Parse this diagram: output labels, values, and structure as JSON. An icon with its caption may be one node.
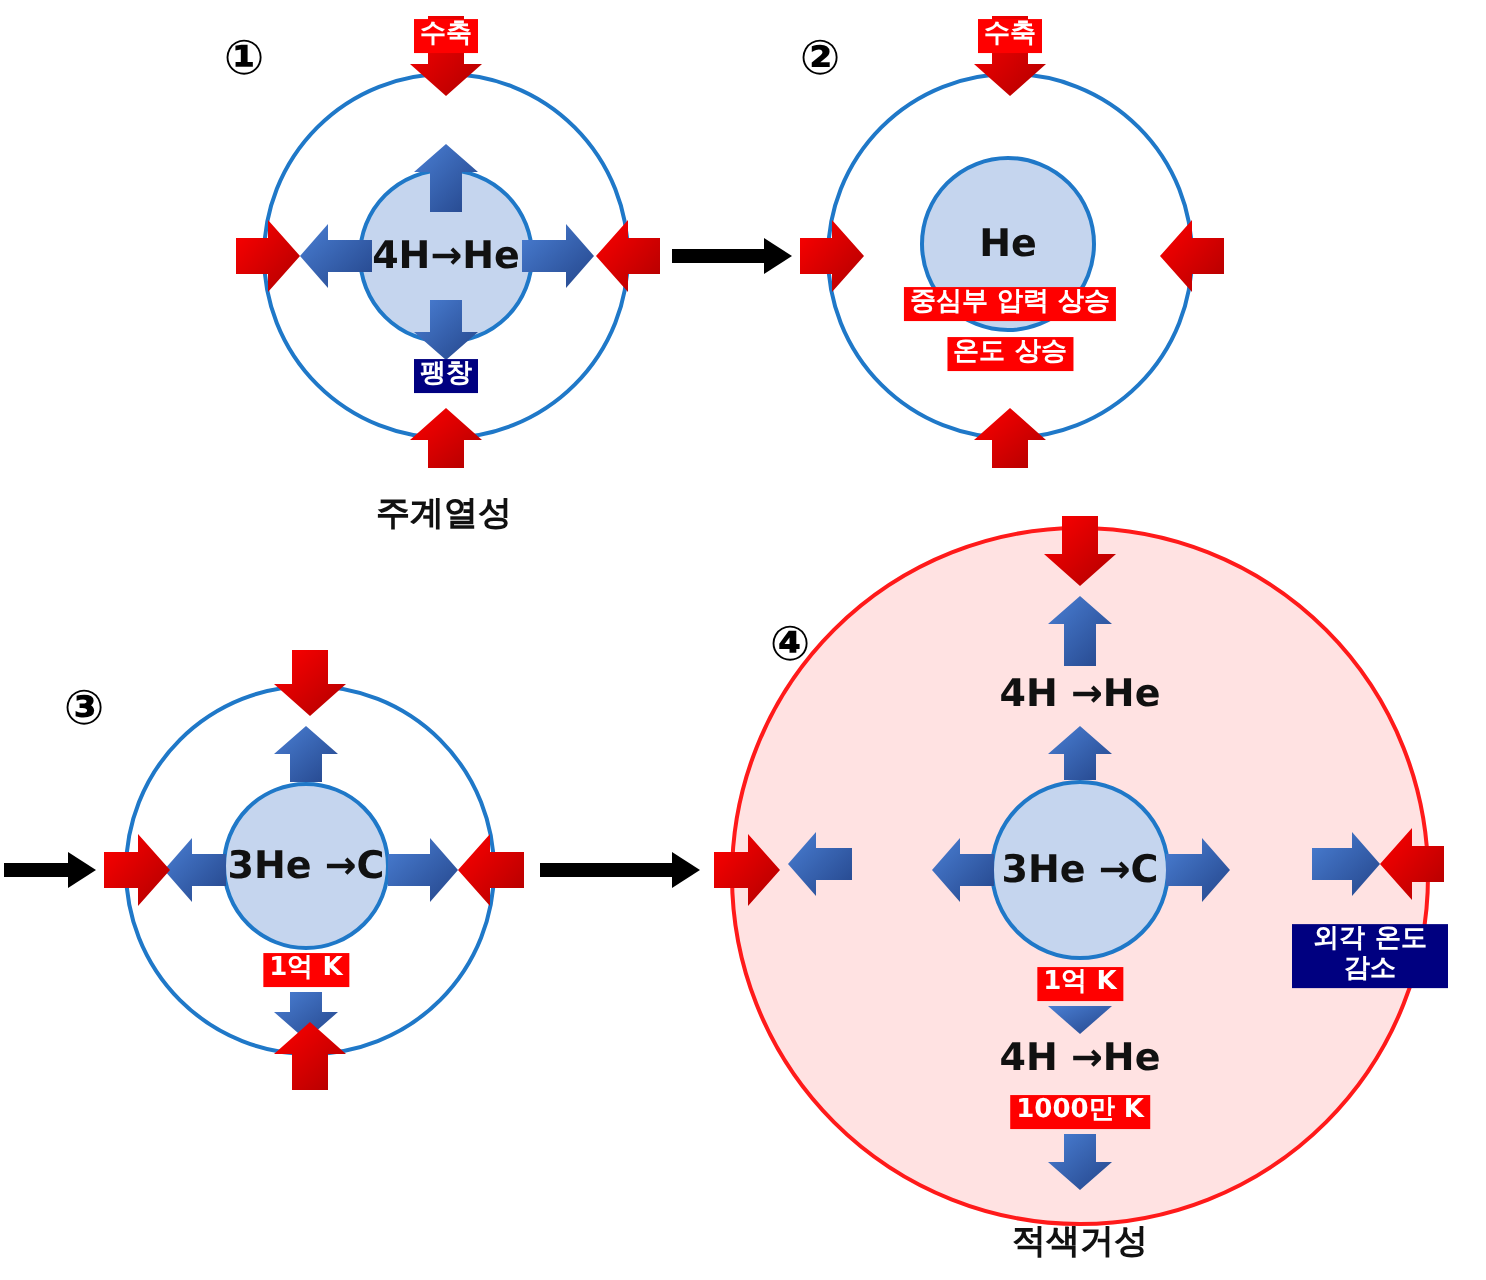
{
  "diagram": {
    "nodes": [
      {
        "text": [],
        "shape": "circle",
        "beside": [
          "주계열성"
        ]
      },
      {
        "text": [
          "4H→He"
        ],
        "in": 0
      },
      {
        "text": [],
        "shape": "circle"
      },
      {
        "text": [
          "He"
        ],
        "in": 2
      },
      {
        "text": [],
        "shape": "circle"
      },
      {
        "text": [
          "3He →C"
        ],
        "in": 4
      },
      {
        "text": [],
        "shape": "circle",
        "beside": [
          "적색거성"
        ]
      },
      {
        "text": [
          "3He →C"
        ],
        "in": 6
      }
    ],
    "edges": [
      {
        "from": 0,
        "to": 2,
        "arrow": "to"
      },
      {
        "from": null,
        "to": 4,
        "arrow": "to"
      },
      {
        "from": 4,
        "to": 6,
        "arrow": "to"
      }
    ],
    "labels": [
      "①",
      "수축",
      "팽창",
      "②",
      "수축",
      "중심부 압력 상승",
      "온도 상승",
      "③",
      "1억 K",
      "④",
      "4H →He",
      "1억 K",
      "외각 온도 감소",
      "4H →He",
      "1000만 K"
    ]
  }
}
